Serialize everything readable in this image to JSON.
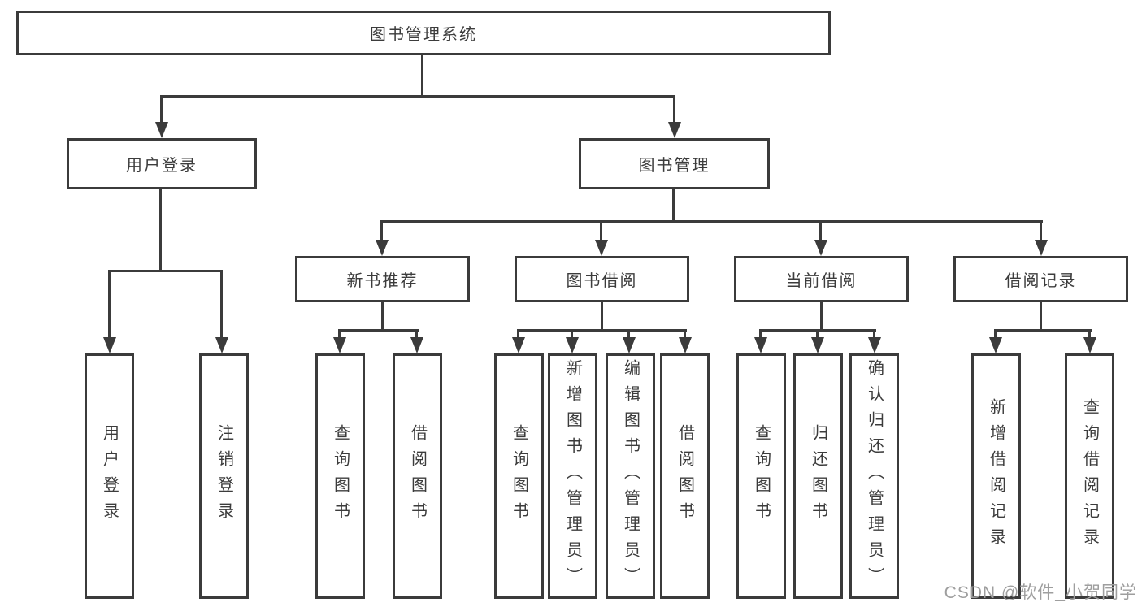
{
  "root": "图书管理系统",
  "level2": [
    {
      "label": "用户登录",
      "children": [
        "用户登录",
        "注销登录"
      ]
    },
    {
      "label": "图书管理",
      "groups": [
        {
          "label": "新书推荐",
          "children": [
            "查询图书",
            "借阅图书"
          ]
        },
        {
          "label": "图书借阅",
          "children": [
            "查询图书",
            "新增图书（管理员）",
            "编辑图书（管理员）",
            "借阅图书"
          ]
        },
        {
          "label": "当前借阅",
          "children": [
            "查询图书",
            "归还图书",
            "确认归还（管理员）"
          ]
        },
        {
          "label": "借阅记录",
          "children": [
            "新增借阅记录",
            "查询借阅记录"
          ]
        }
      ]
    }
  ],
  "watermark": "CSDN @软件_小贺同学",
  "colors": {
    "line": "#3b3b3b",
    "text": "#3c3c3c",
    "watermark": "#9e9e9e",
    "background": "#ffffff"
  }
}
